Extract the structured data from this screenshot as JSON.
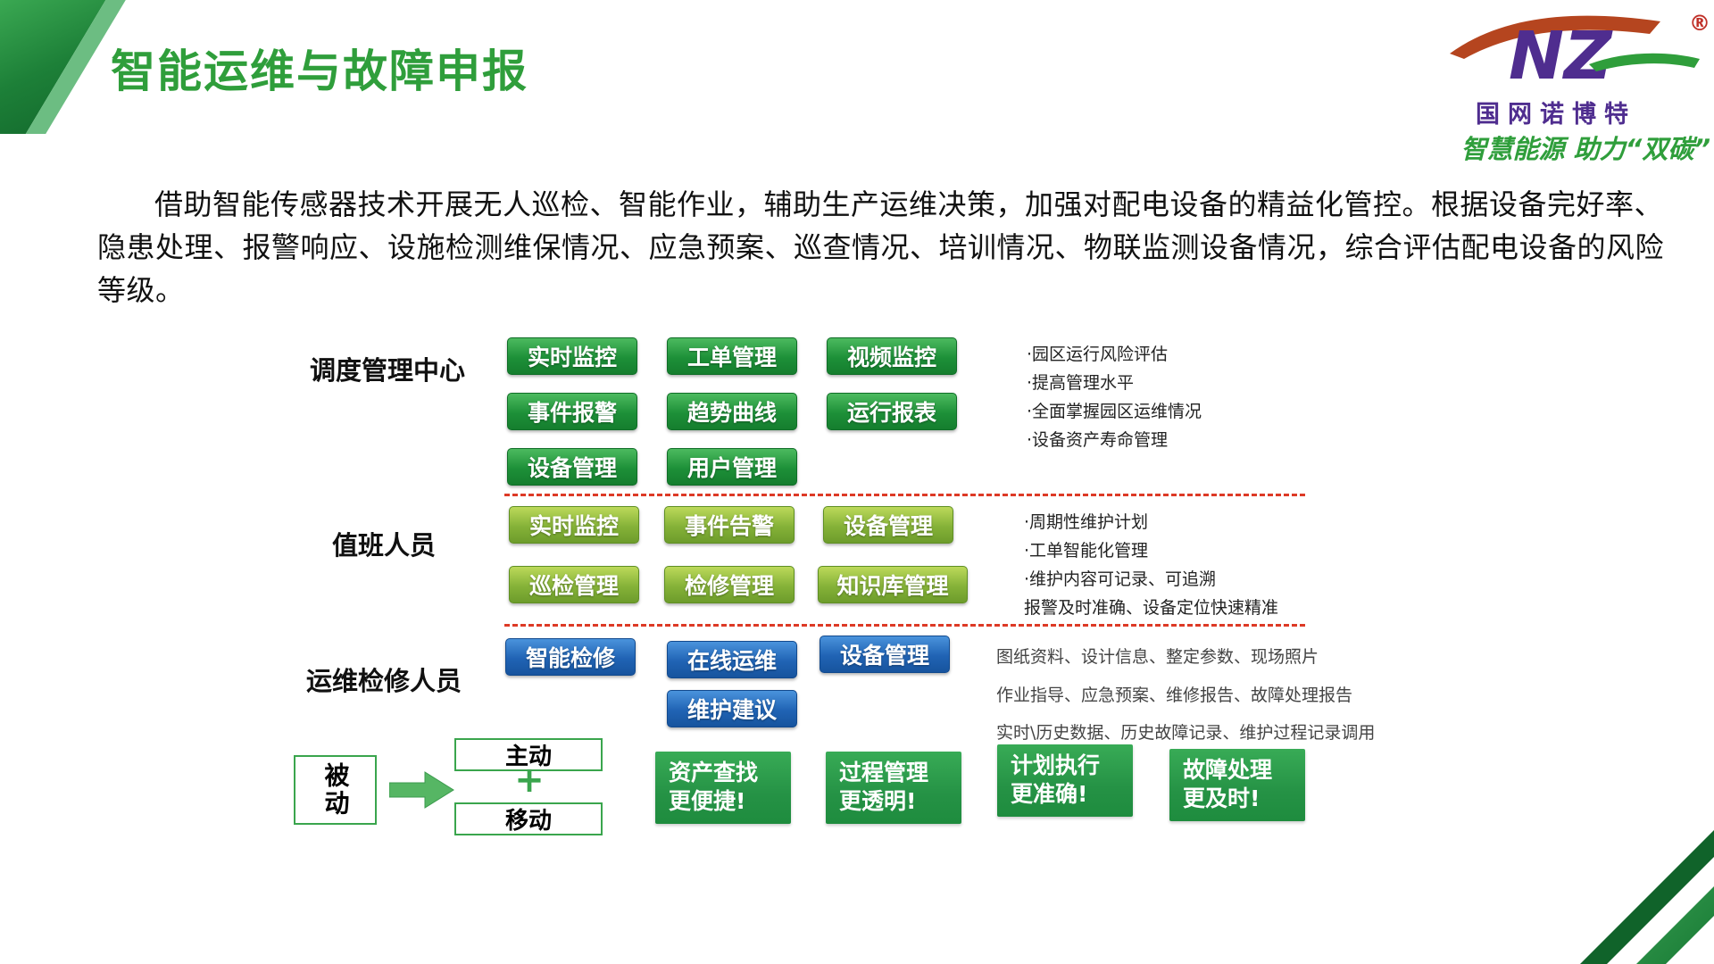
{
  "header": {
    "title": "智能运维与故障申报",
    "logo": {
      "mark": "NZ",
      "registered": "®",
      "brand": "国网诺博特",
      "slogan": "智慧能源 助力“双碳”"
    }
  },
  "intro": "借助智能传感器技术开展无人巡检、智能作业，辅助生产运维决策，加强对配电设备的精益化管控。根据设备完好率、隐患处理、报警响应、设施检测维保情况、应急预案、巡查情况、培训情况、物联监测设备情况，综合评估配电设备的风险等级。",
  "diagram": {
    "rows": [
      {
        "label": "调度管理中心",
        "buttons": [
          "实时监控",
          "工单管理",
          "视频监控",
          "事件报警",
          "趋势曲线",
          "运行报表",
          "设备管理",
          "用户管理"
        ],
        "notes": [
          "·园区运行风险评估",
          "·提高管理水平",
          "·全面掌握园区运维情况",
          "·设备资产寿命管理"
        ]
      },
      {
        "label": "值班人员",
        "buttons": [
          "实时监控",
          "事件告警",
          "设备管理",
          "巡检管理",
          "检修管理",
          "知识库管理"
        ],
        "notes": [
          "·周期性维护计划",
          "·工单智能化管理",
          "·维护内容可记录、可追溯",
          "报警及时准确、设备定位快速精准"
        ]
      },
      {
        "label": "运维检修人员",
        "buttons": [
          "智能检修",
          "在线运维",
          "设备管理",
          "维护建议"
        ],
        "notes": [
          "图纸资料、设计信息、整定参数、现场照片",
          "作业指导、应急预案、维修报告、故障处理报告",
          "实时\\历史数据、历史故障记录、维护过程记录调用"
        ]
      }
    ]
  },
  "transformation": {
    "passive": "被动",
    "active": "主动",
    "plus": "+",
    "mobile": "移动",
    "results": [
      {
        "line1": "资产查找",
        "line2": "更便捷!"
      },
      {
        "line1": "过程管理",
        "line2": "更透明!"
      },
      {
        "line1": "计划执行",
        "line2": "更准确!"
      },
      {
        "line1": "故障处理",
        "line2": "更及时!"
      }
    ]
  },
  "colors": {
    "title_green": "#2f9e3b",
    "dark_green_button": "#1d9038",
    "light_green_button": "#85b238",
    "blue_button": "#2063b4",
    "result_green": "#259245",
    "dashed_red": "#dd3a26",
    "brand_purple": "#4f2d8f"
  }
}
